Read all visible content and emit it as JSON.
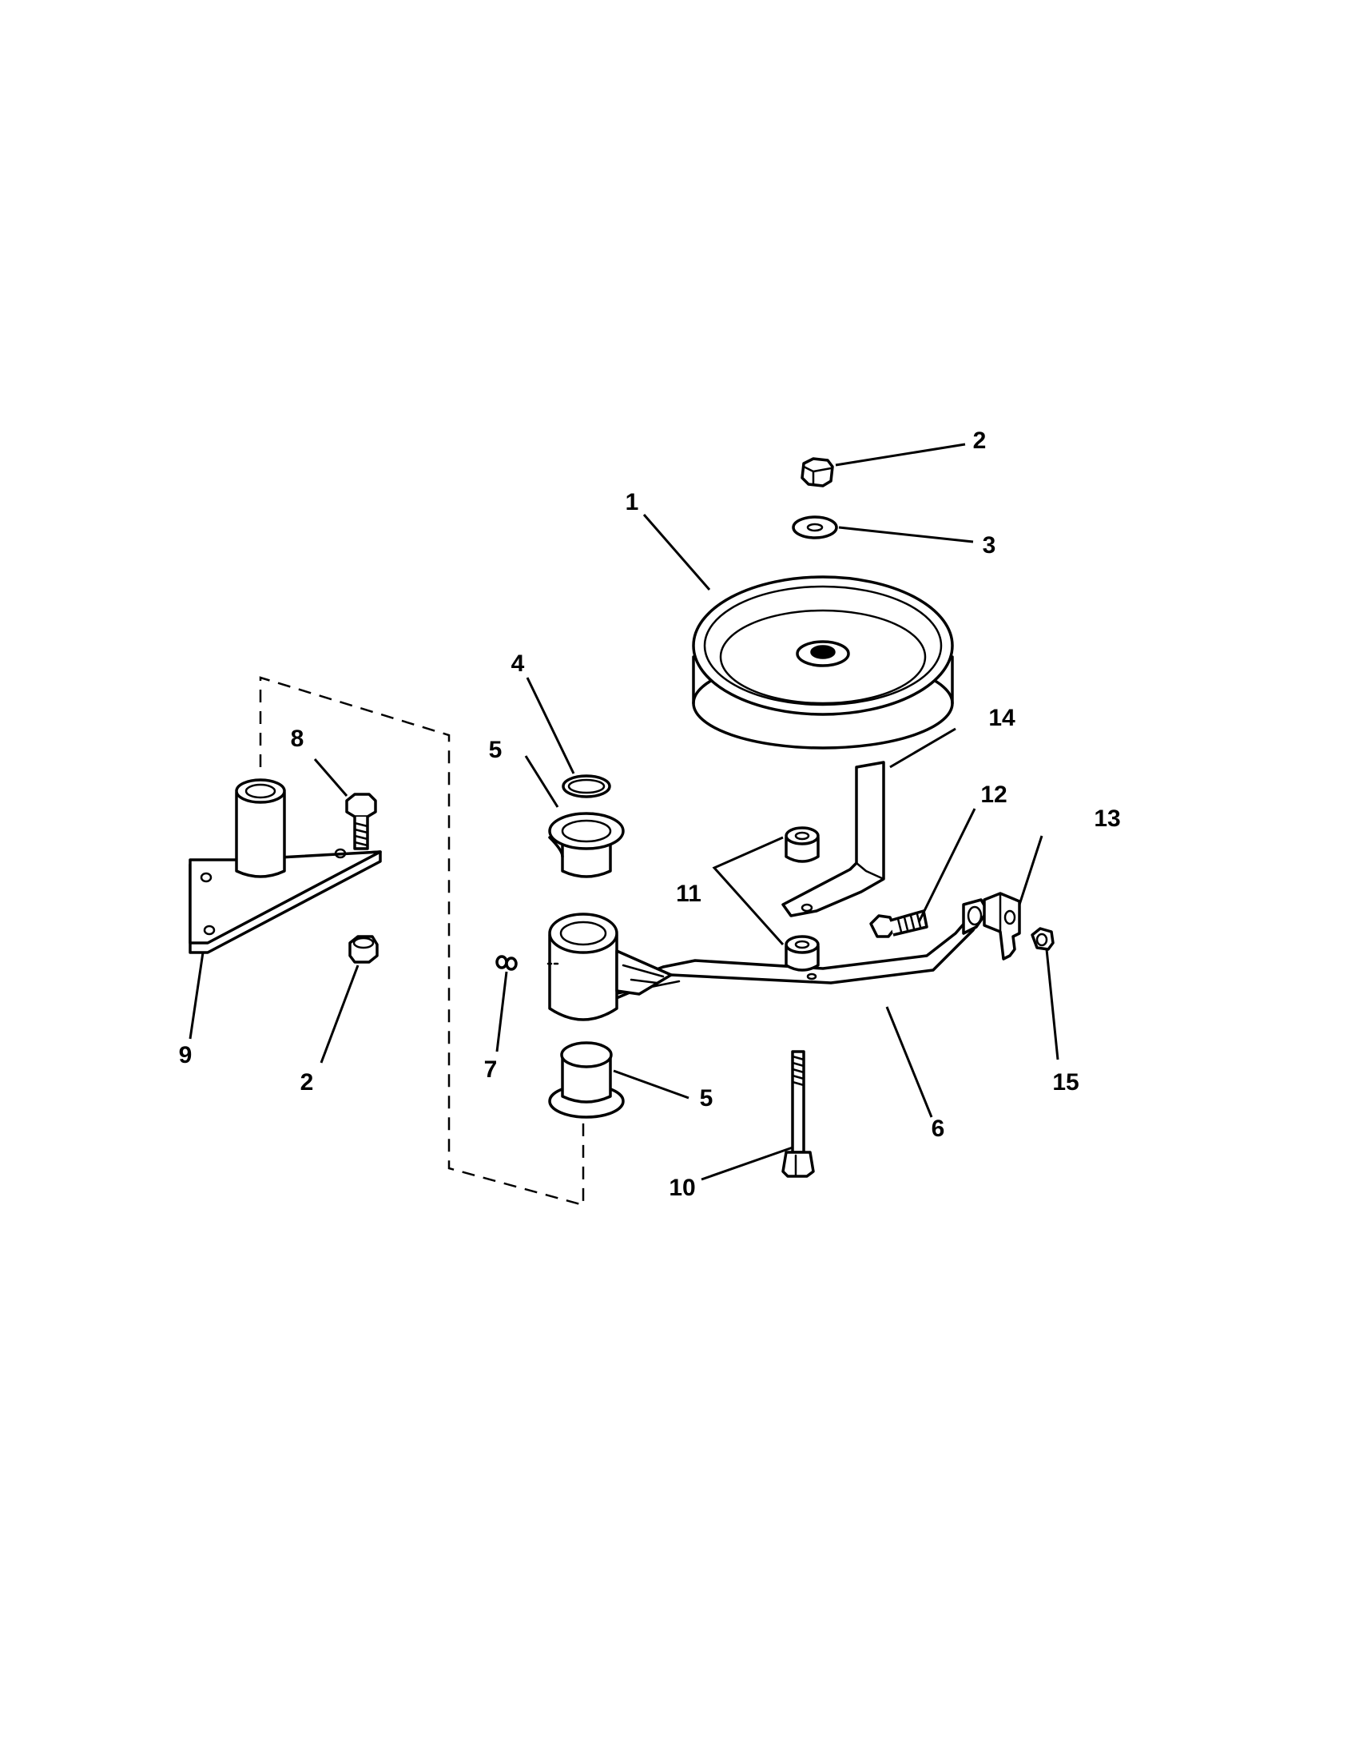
{
  "callouts": {
    "c1": "1",
    "c2_top": "2",
    "c2_bottom": "2",
    "c3": "3",
    "c4": "4",
    "c5_top": "5",
    "c5_bottom": "5",
    "c6": "6",
    "c7": "7",
    "c8": "8",
    "c9": "9",
    "c10": "10",
    "c11": "11",
    "c12": "12",
    "c13": "13",
    "c14": "14",
    "c15": "15"
  }
}
